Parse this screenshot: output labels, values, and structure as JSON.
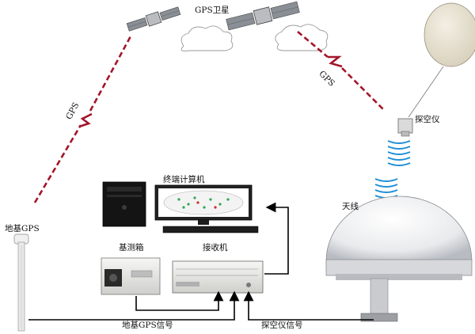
{
  "labels": {
    "satellite": "GPS卫星",
    "link_left": "GPS",
    "link_right": "GPS",
    "ground_gps": "地基GPS",
    "radiosonde": "探空仪",
    "antenna": "天线",
    "terminal": "终端计算机",
    "test_box": "基测箱",
    "receiver": "接收机",
    "ground_signal": "地基GPS信号",
    "sonde_signal": "探空仪信号"
  },
  "colors": {
    "link": "#a3152a",
    "radio_waves": "#1f8fd6",
    "arrows": "#000000",
    "cloud": "#9a9a9a",
    "balloon": "#e7e2d2"
  }
}
